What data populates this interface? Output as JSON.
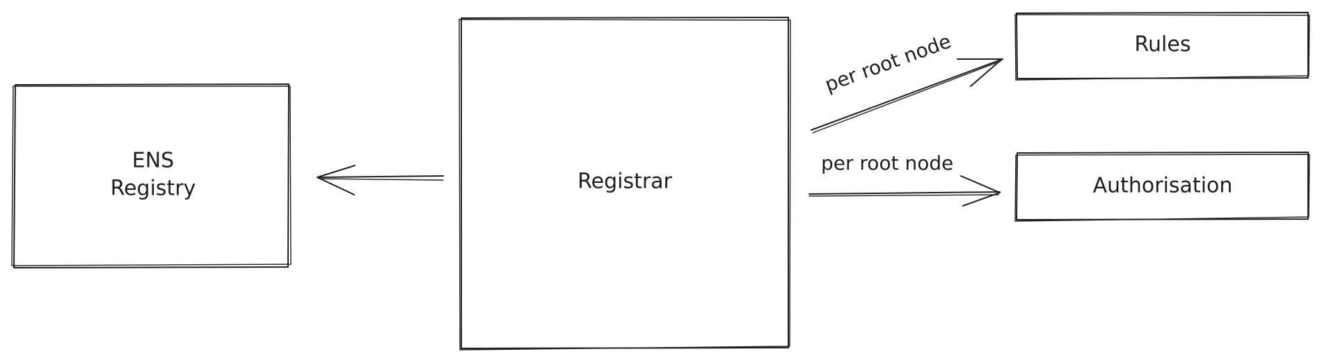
{
  "nodes": {
    "ens_registry": {
      "line1": "ENS",
      "line2": "Registry"
    },
    "registrar": {
      "label": "Registrar"
    },
    "rules": {
      "label": "Rules"
    },
    "authorisation": {
      "label": "Authorisation"
    }
  },
  "edges": {
    "registrar_to_rules": {
      "label": "per root node"
    },
    "registrar_to_authorisation": {
      "label": "per root node"
    }
  },
  "colors": {
    "stroke": "#1e1e1e",
    "background": "#ffffff"
  }
}
